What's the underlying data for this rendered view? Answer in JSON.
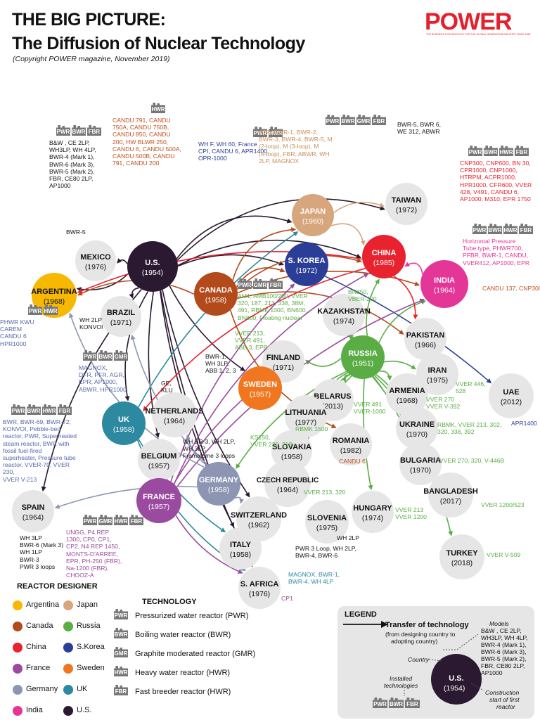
{
  "header": {
    "title_line1": "THE BIG PICTURE:",
    "title_line2": "The Diffusion of Nuclear Technology",
    "copyright": "(Copyright POWER magazine, November 2019)",
    "logo": "POWER",
    "logo_tagline": "THE BUSINESS & TECHNOLOGY FOR THE GLOBAL GENERATION INDUSTRY SINCE 1882"
  },
  "colors": {
    "argentina": "#f6b800",
    "canada": "#b34a1c",
    "china": "#e8222f",
    "france": "#9a4a9f",
    "germany": "#8c96b3",
    "india": "#e43696",
    "japan": "#d7a67d",
    "russia": "#5aad45",
    "skorea": "#2b3e97",
    "sweden": "#f0771f",
    "uk": "#2c89a0",
    "us": "#2a1930",
    "adopter": "#e6e6e6",
    "tech_box": "#777777"
  },
  "countries": [
    {
      "id": "us",
      "name": "U.S.",
      "year": "(1954)",
      "color": "us",
      "text": "#ffffff"
    },
    {
      "id": "argentina",
      "name": "ARGENTINA",
      "year": "(1968)",
      "color": "argentina",
      "text": "#111111"
    },
    {
      "id": "mexico",
      "name": "MEXICO",
      "year": "(1976)",
      "color": "adopter",
      "text": "#111111"
    },
    {
      "id": "brazil",
      "name": "BRAZIL",
      "year": "(1971)",
      "color": "adopter",
      "text": "#111111"
    },
    {
      "id": "canada",
      "name": "CANADA",
      "year": "(1958)",
      "color": "canada",
      "text": "#ffffff"
    },
    {
      "id": "japan",
      "name": "JAPAN",
      "year": "(1960)",
      "color": "japan",
      "text": "#ffffff"
    },
    {
      "id": "skorea",
      "name": "S. KOREA",
      "year": "(1972)",
      "color": "skorea",
      "text": "#ffffff"
    },
    {
      "id": "taiwan",
      "name": "TAIWAN",
      "year": "(1972)",
      "color": "adopter",
      "text": "#111111"
    },
    {
      "id": "china",
      "name": "CHINA",
      "year": "(1985)",
      "color": "china",
      "text": "#ffffff"
    },
    {
      "id": "india",
      "name": "INDIA",
      "year": "(1964)",
      "color": "india",
      "text": "#ffffff"
    },
    {
      "id": "kazakhstan",
      "name": "KAZAKHSTAN",
      "year": "(1974)",
      "color": "adopter",
      "text": "#111111"
    },
    {
      "id": "pakistan",
      "name": "PAKISTAN",
      "year": "(1966)",
      "color": "adopter",
      "text": "#111111"
    },
    {
      "id": "russia",
      "name": "RUSSIA",
      "year": "(1951)",
      "color": "russia",
      "text": "#ffffff"
    },
    {
      "id": "iran",
      "name": "IRAN",
      "year": "(1975)",
      "color": "adopter",
      "text": "#111111"
    },
    {
      "id": "uae",
      "name": "UAE",
      "year": "(2012)",
      "color": "adopter",
      "text": "#111111"
    },
    {
      "id": "finland",
      "name": "FINLAND",
      "year": "(1971)",
      "color": "adopter",
      "text": "#111111"
    },
    {
      "id": "sweden",
      "name": "SWEDEN",
      "year": "(1957)",
      "color": "sweden",
      "text": "#ffffff"
    },
    {
      "id": "belarus",
      "name": "BELARUS",
      "year": "(2013)",
      "color": "adopter",
      "text": "#111111"
    },
    {
      "id": "armenia",
      "name": "ARMENIA",
      "year": "(1968)",
      "color": "adopter",
      "text": "#111111"
    },
    {
      "id": "uk",
      "name": "UK",
      "year": "(1958)",
      "color": "uk",
      "text": "#ffffff"
    },
    {
      "id": "netherlands",
      "name": "NETHERLANDS",
      "year": "(1964)",
      "color": "adopter",
      "text": "#111111"
    },
    {
      "id": "lithuania",
      "name": "LITHUANIA",
      "year": "(1977)",
      "color": "adopter",
      "text": "#111111"
    },
    {
      "id": "ukraine",
      "name": "UKRAINE",
      "year": "(1970)",
      "color": "adopter",
      "text": "#111111"
    },
    {
      "id": "romania",
      "name": "ROMANIA",
      "year": "(1982)",
      "color": "adopter",
      "text": "#111111"
    },
    {
      "id": "slovakia",
      "name": "SLOVAKIA",
      "year": "(1958)",
      "color": "adopter",
      "text": "#111111"
    },
    {
      "id": "belgium",
      "name": "BELGIUM",
      "year": "(1957)",
      "color": "adopter",
      "text": "#111111"
    },
    {
      "id": "bulgaria",
      "name": "BULGARIA",
      "year": "(1970)",
      "color": "adopter",
      "text": "#111111"
    },
    {
      "id": "germany",
      "name": "GERMANY",
      "year": "(1958)",
      "color": "germany",
      "text": "#ffffff"
    },
    {
      "id": "czech",
      "name": "CZECH REPUBLIC",
      "year": "(1964)",
      "color": "adopter",
      "text": "#111111"
    },
    {
      "id": "bangladesh",
      "name": "BANGLADESH",
      "year": "(2017)",
      "color": "adopter",
      "text": "#111111"
    },
    {
      "id": "spain",
      "name": "SPAIN",
      "year": "(1964)",
      "color": "adopter",
      "text": "#111111"
    },
    {
      "id": "france",
      "name": "FRANCE",
      "year": "(1957)",
      "color": "france",
      "text": "#ffffff"
    },
    {
      "id": "switzerland",
      "name": "SWITZERLAND",
      "year": "(1962)",
      "color": "adopter",
      "text": "#111111"
    },
    {
      "id": "hungary",
      "name": "HUNGARY",
      "year": "(1974)",
      "color": "adopter",
      "text": "#111111"
    },
    {
      "id": "slovenia",
      "name": "SLOVENIA",
      "year": "(1975)",
      "color": "adopter",
      "text": "#111111"
    },
    {
      "id": "italy",
      "name": "ITALY",
      "year": "(1958)",
      "color": "adopter",
      "text": "#111111"
    },
    {
      "id": "turkey",
      "name": "TURKEY",
      "year": "(2018)",
      "color": "adopter",
      "text": "#111111"
    },
    {
      "id": "safrica",
      "name": "S. AFRICA",
      "year": "(1976)",
      "color": "adopter",
      "text": "#111111"
    }
  ],
  "tech_groups": [
    {
      "id": "us_tech",
      "boxes": [
        "PWR",
        "BWR",
        "FBR"
      ],
      "label_color": "#111111",
      "lines": [
        "B&W , CE 2LP,",
        "WH3LP, WH 4LP,",
        "BWR-4 (Mark 1),",
        "BWR-6 (Mark 3),",
        "BWR-5 (Mark 2),",
        "FBR, CE80 2LP,",
        "AP1000"
      ]
    },
    {
      "id": "canada_tech_top",
      "boxes": [
        "HWR"
      ],
      "label_color": "#c0521f",
      "lines": [
        "CANDU 791, CANDU",
        "750A, CANDU 750B,",
        "CANDU 850, CANDU",
        "200, HW BLWR 250,",
        "CANDU 6, CANDU 500A,",
        "CANDU 500B, CANDU",
        "791, CANDU 200"
      ]
    },
    {
      "id": "korea_tech",
      "boxes": [
        "PWR",
        "HWR"
      ],
      "label_color": "#2b3e97",
      "lines": [
        "WH F, WH 60, France",
        "CPI, CANDU 6, APR1400,",
        "OPR-1000"
      ]
    },
    {
      "id": "japan_tech",
      "boxes": [
        "PWR",
        "BWR",
        "GMR",
        "FBR"
      ],
      "label_color": "#c98f5e",
      "lines": [
        "ATR, BWR-1, BWR-2,",
        "BWR-3, BWR-4, BWR-5, M",
        "(2-loop), M (3-loop), M",
        "(4-loop), FBR, ABWR, WH",
        "2LP, MAGNOX"
      ]
    },
    {
      "id": "taiwan_tech",
      "boxes": [],
      "label_color": "#111111",
      "lines": [
        "BWR-5, BWR 6,",
        "WE 312, ABWR"
      ]
    },
    {
      "id": "china_tech",
      "boxes": [
        "PWR",
        "BWR",
        "HWR",
        "FBR"
      ],
      "label_color": "#e8222f",
      "lines": [
        "CNP300, CNP600, BN 30,",
        "CPR1000, CNP1000,",
        "HTRPM, ACPR1000,",
        "HPR1000, CFR600, VVER",
        "428, V491, CANDU 6,",
        "AP1000, M310, EPR 1750"
      ]
    },
    {
      "id": "india_tech",
      "boxes": [
        "PWR",
        "BWR",
        "HWR",
        "FBR"
      ],
      "label_color": "#e43696",
      "lines": [
        "Horizontal Pressure",
        "Tube type, PHWR700,",
        "PFBR, BWR-1, CANDU,",
        "VVER412, AP1000, EPR"
      ]
    },
    {
      "id": "india_adopt",
      "boxes": [],
      "label_color": "#c0521f",
      "lines": [
        "CANDU 137, CNP300"
      ]
    },
    {
      "id": "argentina_tech",
      "boxes": [
        "PWR",
        "HWR"
      ],
      "label_color": "#5568a8",
      "lines": [
        "PHWR KWU",
        "CAREM",
        "CANDU 6",
        "HPR1000"
      ]
    },
    {
      "id": "canada_tech",
      "boxes": [
        "PWR",
        "GMR",
        "FBR"
      ],
      "label_color": "#5aad45",
      "lines": [
        "AM1, AMB100/200, VVER",
        "320, 187, 213, 338, 38M,",
        "491, RBMK 1000, BN600,",
        "BN800, Floating nuclear"
      ]
    },
    {
      "id": "kaz_tech",
      "boxes": [],
      "label_color": "#5aad45",
      "lines": [
        "BN350,",
        "VBER-200"
      ]
    },
    {
      "id": "finland_tech",
      "boxes": [],
      "label_color": "#5aad45",
      "lines": [
        "VVER 213,",
        "VVER 491,",
        "ABB 3, EPR"
      ]
    },
    {
      "id": "finland_tech2",
      "boxes": [],
      "label_color": "#111111",
      "lines": [
        "BWR-1,",
        "WH 3LP,",
        "ABB 1, 2, 3"
      ]
    },
    {
      "id": "uk_tech",
      "boxes": [
        "PWR",
        "BWR",
        "GMR"
      ],
      "label_color": "#5568a8",
      "lines": [
        "MAGNOX,",
        "DFR, PFR, AGR,",
        "EPR, AP1000,",
        "ABWR, HPR1000"
      ]
    },
    {
      "id": "neth_tech",
      "boxes": [],
      "label_color": "#111111",
      "lines": [
        "GE,",
        "KLU"
      ]
    },
    {
      "id": "uk_tech2",
      "boxes": [
        "PWR",
        "BWR",
        "HWR",
        "FBR"
      ],
      "label_color": "#5568a8",
      "lines": [
        "BWR, BWR-69, BWR-72,",
        "KONVOI, Pebble-bed",
        "reactor, PWR, Superheated",
        "steam reactor, BWR with",
        "fossil fuel-fired",
        "superheater, Pressure tube",
        "reactor, VVER-70, VVER",
        "230,",
        "VVER V-213"
      ]
    },
    {
      "id": "belgium_tech",
      "boxes": [],
      "label_color": "#111111",
      "lines": [
        "WH BR-3, WH 2LP,",
        "WH 3LP,",
        "Framatome 3 loops"
      ]
    },
    {
      "id": "belarus_tech",
      "boxes": [],
      "label_color": "#5aad45",
      "lines": [
        "VVER 491",
        "VVER-1000"
      ]
    },
    {
      "id": "lith_tech",
      "boxes": [],
      "label_color": "#5aad45",
      "lines": [
        "RBMK 1500"
      ]
    },
    {
      "id": "slovakia_tech",
      "boxes": [],
      "label_color": "#5aad45",
      "lines": [
        "KS150,",
        "VVER 230, 213"
      ]
    },
    {
      "id": "romania_tech",
      "boxes": [],
      "label_color": "#c0521f",
      "lines": [
        "CANDU 6"
      ]
    },
    {
      "id": "czech_tech",
      "boxes": [],
      "label_color": "#5aad45",
      "lines": [
        "VVER 213, 320"
      ]
    },
    {
      "id": "iran_tech",
      "boxes": [],
      "label_color": "#5aad45",
      "lines": [
        "VVER 446,",
        "528"
      ]
    },
    {
      "id": "armenia_tech",
      "boxes": [],
      "label_color": "#5aad45",
      "lines": [
        "VVER 270",
        "VVER V-392"
      ]
    },
    {
      "id": "ukraine_tech",
      "boxes": [],
      "label_color": "#5aad45",
      "lines": [
        "RBMK, VVER 213, 302,",
        "320, 338, 392"
      ]
    },
    {
      "id": "bulgaria_tech",
      "boxes": [],
      "label_color": "#5aad45",
      "lines": [
        "VVER 270, 320, V-446B"
      ]
    },
    {
      "id": "uae_tech",
      "boxes": [],
      "label_color": "#2b3e97",
      "lines": [
        "APR1400"
      ]
    },
    {
      "id": "bangladesh_tech",
      "boxes": [],
      "label_color": "#5aad45",
      "lines": [
        "VVER 1200/523"
      ]
    },
    {
      "id": "turkey_tech",
      "boxes": [],
      "label_color": "#5aad45",
      "lines": [
        "VVER V-509"
      ]
    },
    {
      "id": "hungary_tech",
      "boxes": [],
      "label_color": "#5aad45",
      "lines": [
        "VVER 213",
        "VVER 1200"
      ]
    },
    {
      "id": "slovenia_tech",
      "boxes": [],
      "label_color": "#111111",
      "lines": [
        "WH 2LP"
      ]
    },
    {
      "id": "italy_tech",
      "boxes": [],
      "label_color": "#111111",
      "lines": [
        "PWR 3 Loop, WH 2LP,",
        "BWR-4, BWR-6"
      ]
    },
    {
      "id": "safrica_tech",
      "boxes": [],
      "label_color": "#2c89a0",
      "lines": [
        "MAGNOX, BWR-1,",
        "BWR-4, WH 4LP"
      ]
    },
    {
      "id": "safrica_tech2",
      "boxes": [],
      "label_color": "#9a4a9f",
      "lines": [
        "CP1"
      ]
    },
    {
      "id": "spain_tech",
      "boxes": [],
      "label_color": "#111111",
      "lines": [
        "WH 3LP",
        "BWR-6 (Mark 3)",
        "WH 1LP",
        "BWR-3",
        "PWR 3 loops"
      ]
    },
    {
      "id": "france_tech",
      "boxes": [
        "PWR",
        "GMR",
        "HWR",
        "FBR"
      ],
      "label_color": "#9a4a9f",
      "lines": [
        "UNGG, P4 REP",
        "1300, CP0, CP1,",
        "CP2, N4 REP 1450,",
        "MONTS-D'ARREE,",
        "EPR, PH-250 (FBR),",
        "Na-1200 (FBR),",
        "CHOOZ-A"
      ]
    },
    {
      "id": "mexico_tech",
      "boxes": [],
      "label_color": "#111111",
      "lines": [
        "BWR-5"
      ]
    },
    {
      "id": "brazil_tech",
      "boxes": [],
      "label_color": "#111111",
      "lines": [
        "WH 2LP",
        "KONVOI"
      ]
    }
  ],
  "reactor_designer": {
    "heading": "REACTOR DESIGNER",
    "items": [
      {
        "label": "Argentina",
        "color": "argentina"
      },
      {
        "label": "Japan",
        "color": "japan"
      },
      {
        "label": "Canada",
        "color": "canada"
      },
      {
        "label": "Russia",
        "color": "russia"
      },
      {
        "label": "China",
        "color": "china"
      },
      {
        "label": "S.Korea",
        "color": "skorea"
      },
      {
        "label": "France",
        "color": "france"
      },
      {
        "label": "Sweden",
        "color": "sweden"
      },
      {
        "label": "Germany",
        "color": "germany"
      },
      {
        "label": "UK",
        "color": "uk"
      },
      {
        "label": "India",
        "color": "india"
      },
      {
        "label": "U.S.",
        "color": "us"
      }
    ]
  },
  "technology": {
    "heading": "TECHNOLOGY",
    "items": [
      {
        "code": "PWR",
        "label": "Pressurized water reactor (PWR)"
      },
      {
        "code": "BWR",
        "label": "Boiling water reactor (BWR)"
      },
      {
        "code": "GMR",
        "label": "Graphite moderated reactor (GMR)"
      },
      {
        "code": "HWR",
        "label": "Heavy water reactor (HWR)"
      },
      {
        "code": "FBR",
        "label": "Fast breeder reactor (HWR)"
      }
    ]
  },
  "legend": {
    "heading": "LEGEND",
    "transfer_title": "Transfer of technology",
    "transfer_sub1": "(from designing country to",
    "transfer_sub2": "adopting country)",
    "models_heading": "Models",
    "models": [
      "B&W , CE 2LP,",
      "WH3LP, WH 4LP,",
      "BWR-4 (Mark 1),",
      "BWR-6 (Mark 3),",
      "BWR-5 (Mark 2),",
      "FBR, CE80 2LP,",
      "AP1000"
    ],
    "country_label": "Country",
    "installed_label1": "Installed",
    "installed_label2": "technologies",
    "construction1": "Construction",
    "construction2": "start of first",
    "construction3": "reactor",
    "sample_name": "U.S.",
    "sample_year": "(1954)",
    "sample_boxes": [
      "PWR",
      "BWR",
      "FBR"
    ]
  }
}
